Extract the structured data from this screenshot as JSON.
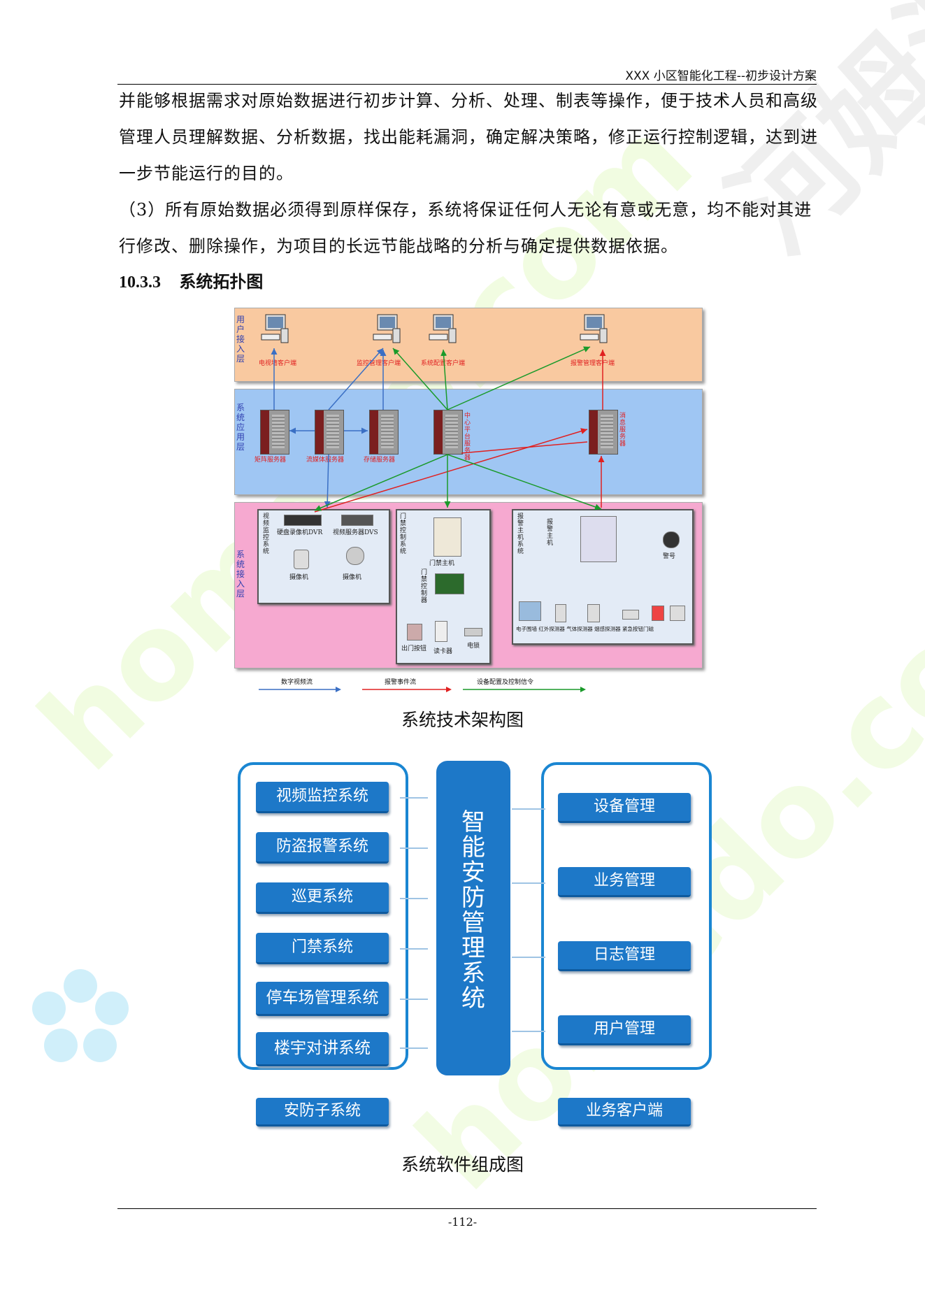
{
  "header": {
    "title": "XXX 小区智能化工程--初步设计方案"
  },
  "paragraphs": [
    "并能够根据需求对原始数据进行初步计算、分析、处理、制表等操作，便于技术人员和高级管理人员理解数据、分析数据，找出能耗漏洞，确定解决策略，修正运行控制逻辑，达到进一步节能运行的目的。",
    "（3）所有原始数据必须得到原样保存，系统将保证任何人无论有意或无意，均不能对其进行修改、删除操作，为项目的长远节能战略的分析与确定提供数据依据。"
  ],
  "section": {
    "number": "10.3.3",
    "title": "系统拓扑图"
  },
  "arch": {
    "layers": {
      "user": "用户接入层",
      "app": "系统应用层",
      "access": "系统接入层"
    },
    "clients": [
      "电视墙客户端",
      "监控管理客户端",
      "系统配置客户端",
      "报警管理客户端"
    ],
    "servers": [
      "矩阵服务器",
      "流媒体服务器",
      "存储服务器",
      "中心平台服务器",
      "消息服务器"
    ],
    "video": {
      "title": "视频监控系统",
      "dvr": "硬盘录像机DVR",
      "dvs": "视频服务器DVS",
      "cam1": "摄像机",
      "cam2": "摄像机"
    },
    "door": {
      "title": "门禁控制系统",
      "host": "门禁主机",
      "controller": "门禁控制器",
      "button": "出门按钮",
      "reader": "读卡器",
      "lock": "电锁"
    },
    "alarm": {
      "title": "报警主机系统",
      "host": "报警主机",
      "siren": "警号",
      "sensors": "电子围墙  红外探测器  气体探测器  烟感探测器  紧急按钮门磁"
    },
    "legend": {
      "video": "数字视频流",
      "alarm": "报警事件流",
      "config": "设备配置及控制信令"
    },
    "colors": {
      "video": "#3a6fc4",
      "alarm": "#e02020",
      "config": "#1a9a2a"
    }
  },
  "caption1": "系统技术架构图",
  "sw": {
    "left_items": [
      "视频监控系统",
      "防盗报警系统",
      "巡更系统",
      "门禁系统",
      "停车场管理系统",
      "楼宇对讲系统"
    ],
    "center": "智能安防管理系统",
    "right_items": [
      "设备管理",
      "业务管理",
      "日志管理",
      "用户管理"
    ],
    "left_footer": "安防子系统",
    "right_footer": "业务客户端",
    "accent": "#1d78c8"
  },
  "caption2": "系统软件组成图",
  "page_number": "-112-"
}
